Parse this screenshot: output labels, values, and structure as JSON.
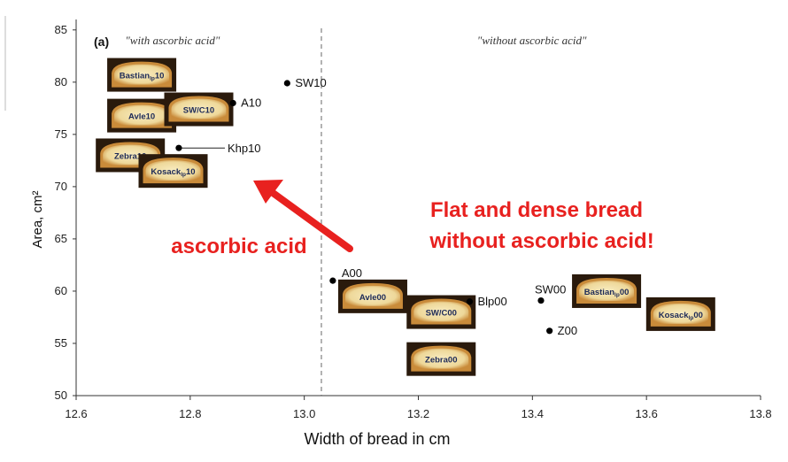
{
  "chart_data": {
    "type": "scatter",
    "panel_label": "(a)",
    "xlabel": "Width of bread in cm",
    "ylabel": "Area, cm²",
    "xlim": [
      12.6,
      13.8
    ],
    "ylim": [
      50,
      86
    ],
    "x_ticks": [
      "12.6",
      "12.8",
      "13.0",
      "13.2",
      "13.4",
      "13.6",
      "13.8"
    ],
    "y_ticks": [
      "50",
      "55",
      "60",
      "65",
      "70",
      "75",
      "80",
      "85"
    ],
    "divider_x": 13.03,
    "regions": [
      {
        "label": "\"with ascorbic acid\"",
        "x": 12.8
      },
      {
        "label": "\"without ascorbic acid\"",
        "x": 13.43
      }
    ],
    "points": [
      {
        "label": "SW10",
        "x": 12.97,
        "y": 79.9
      },
      {
        "label": "A10",
        "x": 12.875,
        "y": 78.0
      },
      {
        "label": "Khp10",
        "x": 12.78,
        "y": 73.7
      },
      {
        "label": "A00",
        "x": 13.05,
        "y": 61.0
      },
      {
        "label": "Blp00",
        "x": 13.29,
        "y": 59.0
      },
      {
        "label": "SW00",
        "x": 13.415,
        "y": 59.1
      },
      {
        "label": "Z00",
        "x": 13.43,
        "y": 56.2
      }
    ],
    "bread_images": [
      {
        "label": "Bastian",
        "sub": "lp",
        "suffix": "10",
        "x": 12.715,
        "y": 80.7
      },
      {
        "label": "Avle10",
        "x": 12.715,
        "y": 76.8
      },
      {
        "label": "SW/C10",
        "x": 12.815,
        "y": 77.4
      },
      {
        "label": "Zebra10",
        "x": 12.695,
        "y": 73.0
      },
      {
        "label": "Kosack",
        "sub": "lp",
        "suffix": "10",
        "x": 12.77,
        "y": 71.5
      },
      {
        "label": "Avle00",
        "x": 13.12,
        "y": 59.5
      },
      {
        "label": "SW/C00",
        "x": 13.24,
        "y": 58.0
      },
      {
        "label": "Zebra00",
        "x": 13.24,
        "y": 53.5
      },
      {
        "label": "Bastian",
        "sub": "lp",
        "suffix": "00",
        "x": 13.53,
        "y": 60.0
      },
      {
        "label": "Kosack",
        "sub": "lp",
        "suffix": "00",
        "x": 13.66,
        "y": 57.8
      }
    ],
    "annotations": [
      {
        "text": "ascorbic acid"
      },
      {
        "text": "Flat and dense bread"
      },
      {
        "text": "without ascorbic acid!"
      }
    ],
    "colors": {
      "annotation": "#e8211f",
      "point": "#000000",
      "image_bg": "#2a1a0c",
      "crust": "#c98b3a",
      "crumb": "#f1dda0",
      "image_text": "#1d2a57"
    }
  }
}
